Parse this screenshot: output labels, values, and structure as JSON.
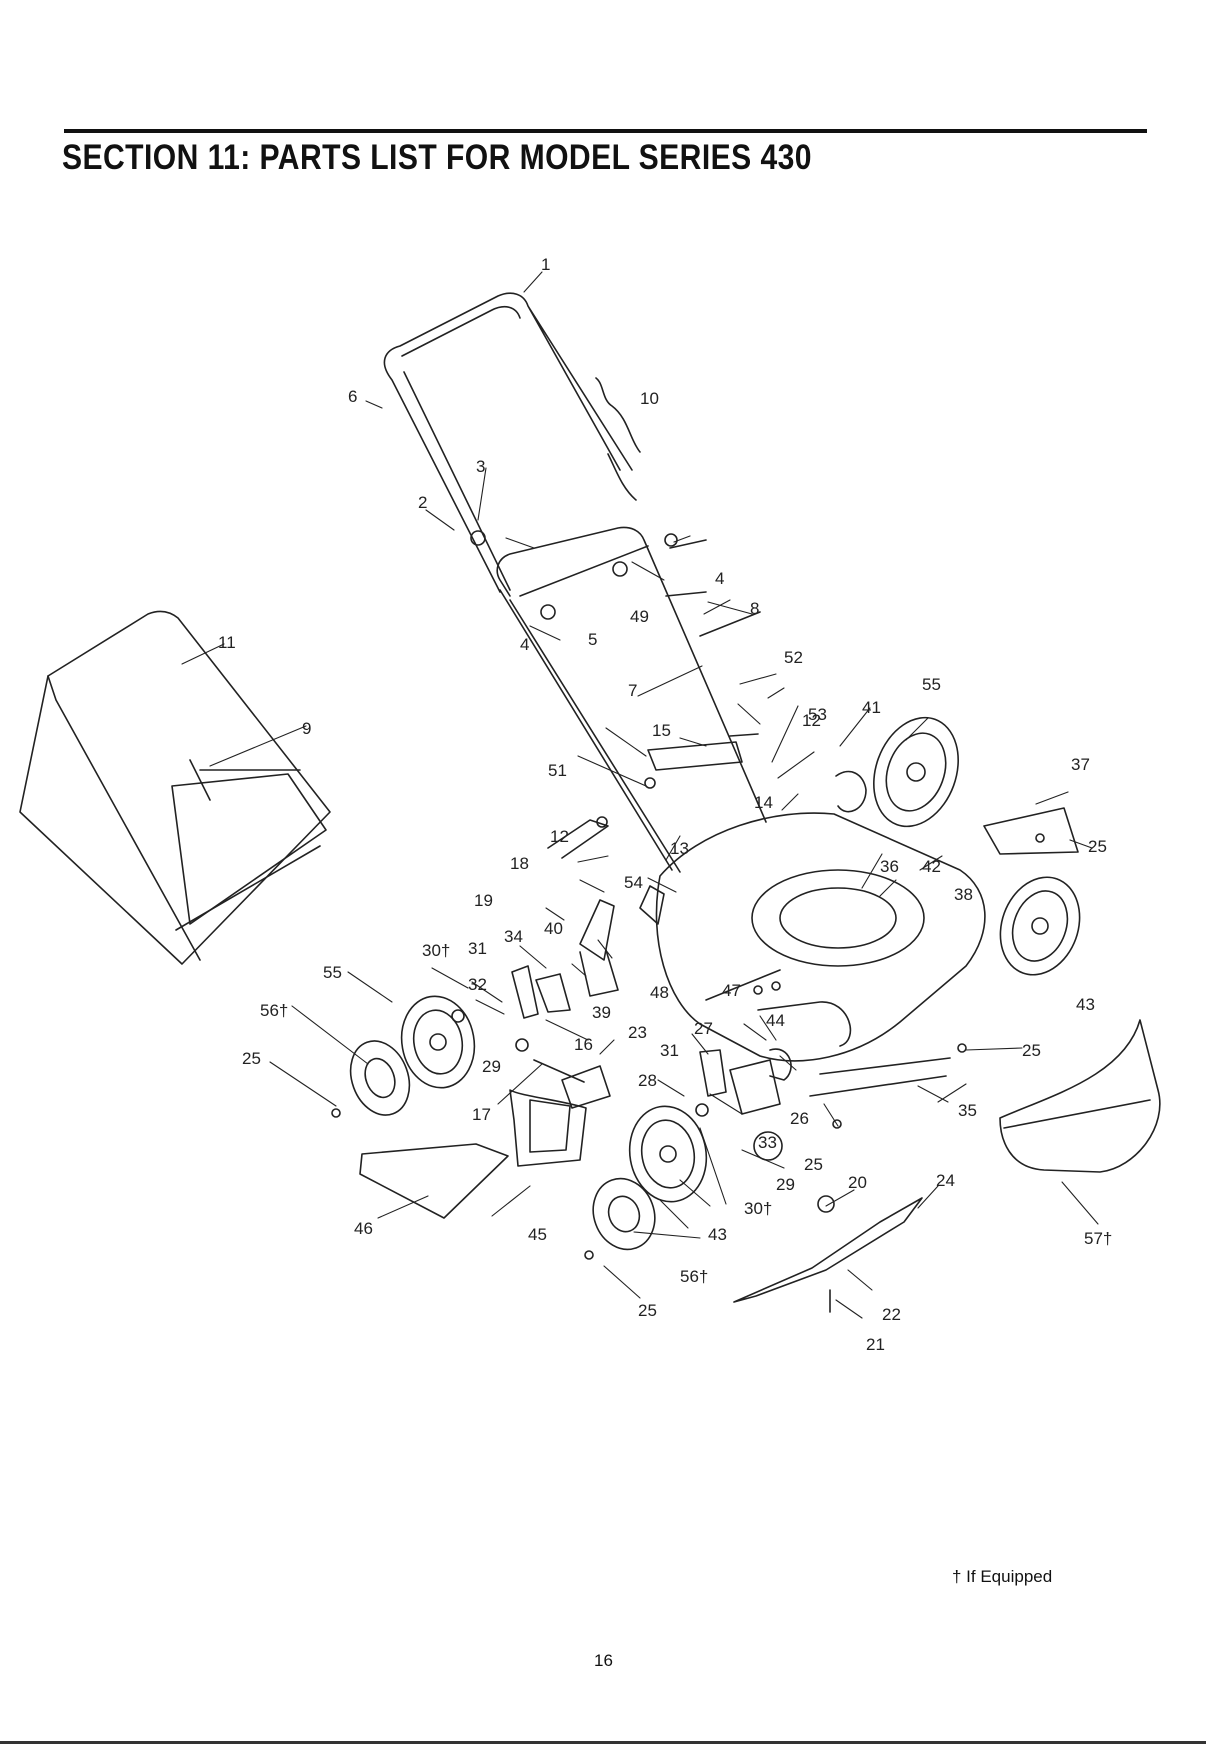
{
  "header": {
    "title": "SECTION 11:  PARTS LIST FOR MODEL SERIES 430"
  },
  "diagram": {
    "callouts": {
      "c1": "1",
      "c2": "2",
      "c3": "3",
      "c4a": "4",
      "c4b": "4",
      "c5": "5",
      "c6": "6",
      "c7": "7",
      "c8": "8",
      "c9": "9",
      "c10": "10",
      "c11": "11",
      "c12a": "12",
      "c12b": "12",
      "c13": "13",
      "c14": "14",
      "c15": "15",
      "c16": "16",
      "c17": "17",
      "c18": "18",
      "c19": "19",
      "c20": "20",
      "c21": "21",
      "c22": "22",
      "c23": "23",
      "c24": "24",
      "c25a": "25",
      "c25b": "25",
      "c25c": "25",
      "c25d": "25",
      "c25e": "25",
      "c26": "26",
      "c27": "27",
      "c28": "28",
      "c29a": "29",
      "c29b": "29",
      "c30a": "30†",
      "c30b": "30†",
      "c31a": "31",
      "c31b": "31",
      "c32": "32",
      "c33": "33",
      "c34": "34",
      "c35": "35",
      "c36": "36",
      "c37": "37",
      "c38": "38",
      "c39": "39",
      "c40": "40",
      "c41": "41",
      "c42": "42",
      "c43a": "43",
      "c43b": "43",
      "c44": "44",
      "c45": "45",
      "c46": "46",
      "c47": "47",
      "c48": "48",
      "c49": "49",
      "c51": "51",
      "c52": "52",
      "c53": "53",
      "c54": "54",
      "c55a": "55",
      "c55b": "55",
      "c56a": "56†",
      "c56b": "56†",
      "c57": "57†"
    }
  },
  "footnote": "† If Equipped",
  "page_number": "16"
}
